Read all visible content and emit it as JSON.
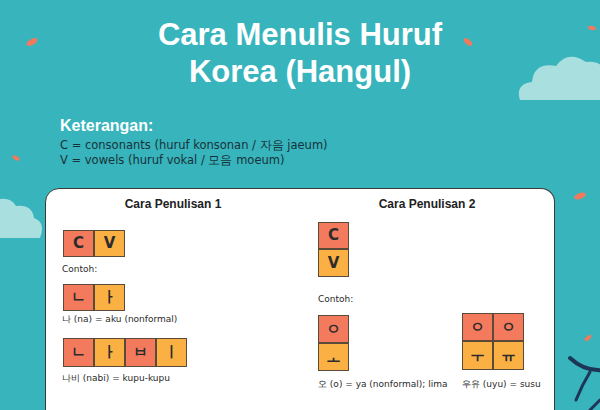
{
  "diagram": {
    "title": "Cara Menulis Huruf Korea (Hangul)",
    "nodes": [
      {
        "text": [
          "Cara Penulisan 1"
        ]
      },
      {
        "text": [
          "C"
        ],
        "in": 0
      },
      {
        "text": [
          "V"
        ],
        "in": 0
      },
      {
        "text": [
          "ㄴ"
        ],
        "in": 0
      },
      {
        "text": [
          "ㅏ"
        ],
        "in": 0
      },
      {
        "text": [
          "ㄴ"
        ],
        "in": 0
      },
      {
        "text": [
          "ㅏ"
        ],
        "in": 0
      },
      {
        "text": [
          "ㅂ"
        ],
        "in": 0
      },
      {
        "text": [
          "ㅣ"
        ],
        "in": 0
      },
      {
        "text": [
          "Cara Penulisan 2"
        ]
      },
      {
        "text": [
          "C"
        ],
        "in": 9
      },
      {
        "text": [
          "V"
        ],
        "in": 9
      },
      {
        "text": [
          "ㅇ"
        ],
        "in": 9
      },
      {
        "text": [
          "ㅗ"
        ],
        "in": 9
      },
      {
        "text": [
          "ㅇ"
        ],
        "in": 9
      },
      {
        "text": [
          "ㅇ"
        ],
        "in": 9
      },
      {
        "text": [
          "ㅜ"
        ],
        "in": 9
      },
      {
        "text": [
          "ㅠ"
        ],
        "in": 9
      }
    ],
    "labels": [
      "Keterangan:",
      "C = consonants (huruf konsonan / 자음 jaeum)",
      "V = vowels (huruf vokal / 모음 moeum)",
      "Contoh:",
      "나 (na) = aku (nonformal)",
      "나비 (nabi) = kupu-kupu",
      "Contoh:",
      "오 (o) = ya (nonformal); lima",
      "우유 (uyu) = susu"
    ]
  }
}
